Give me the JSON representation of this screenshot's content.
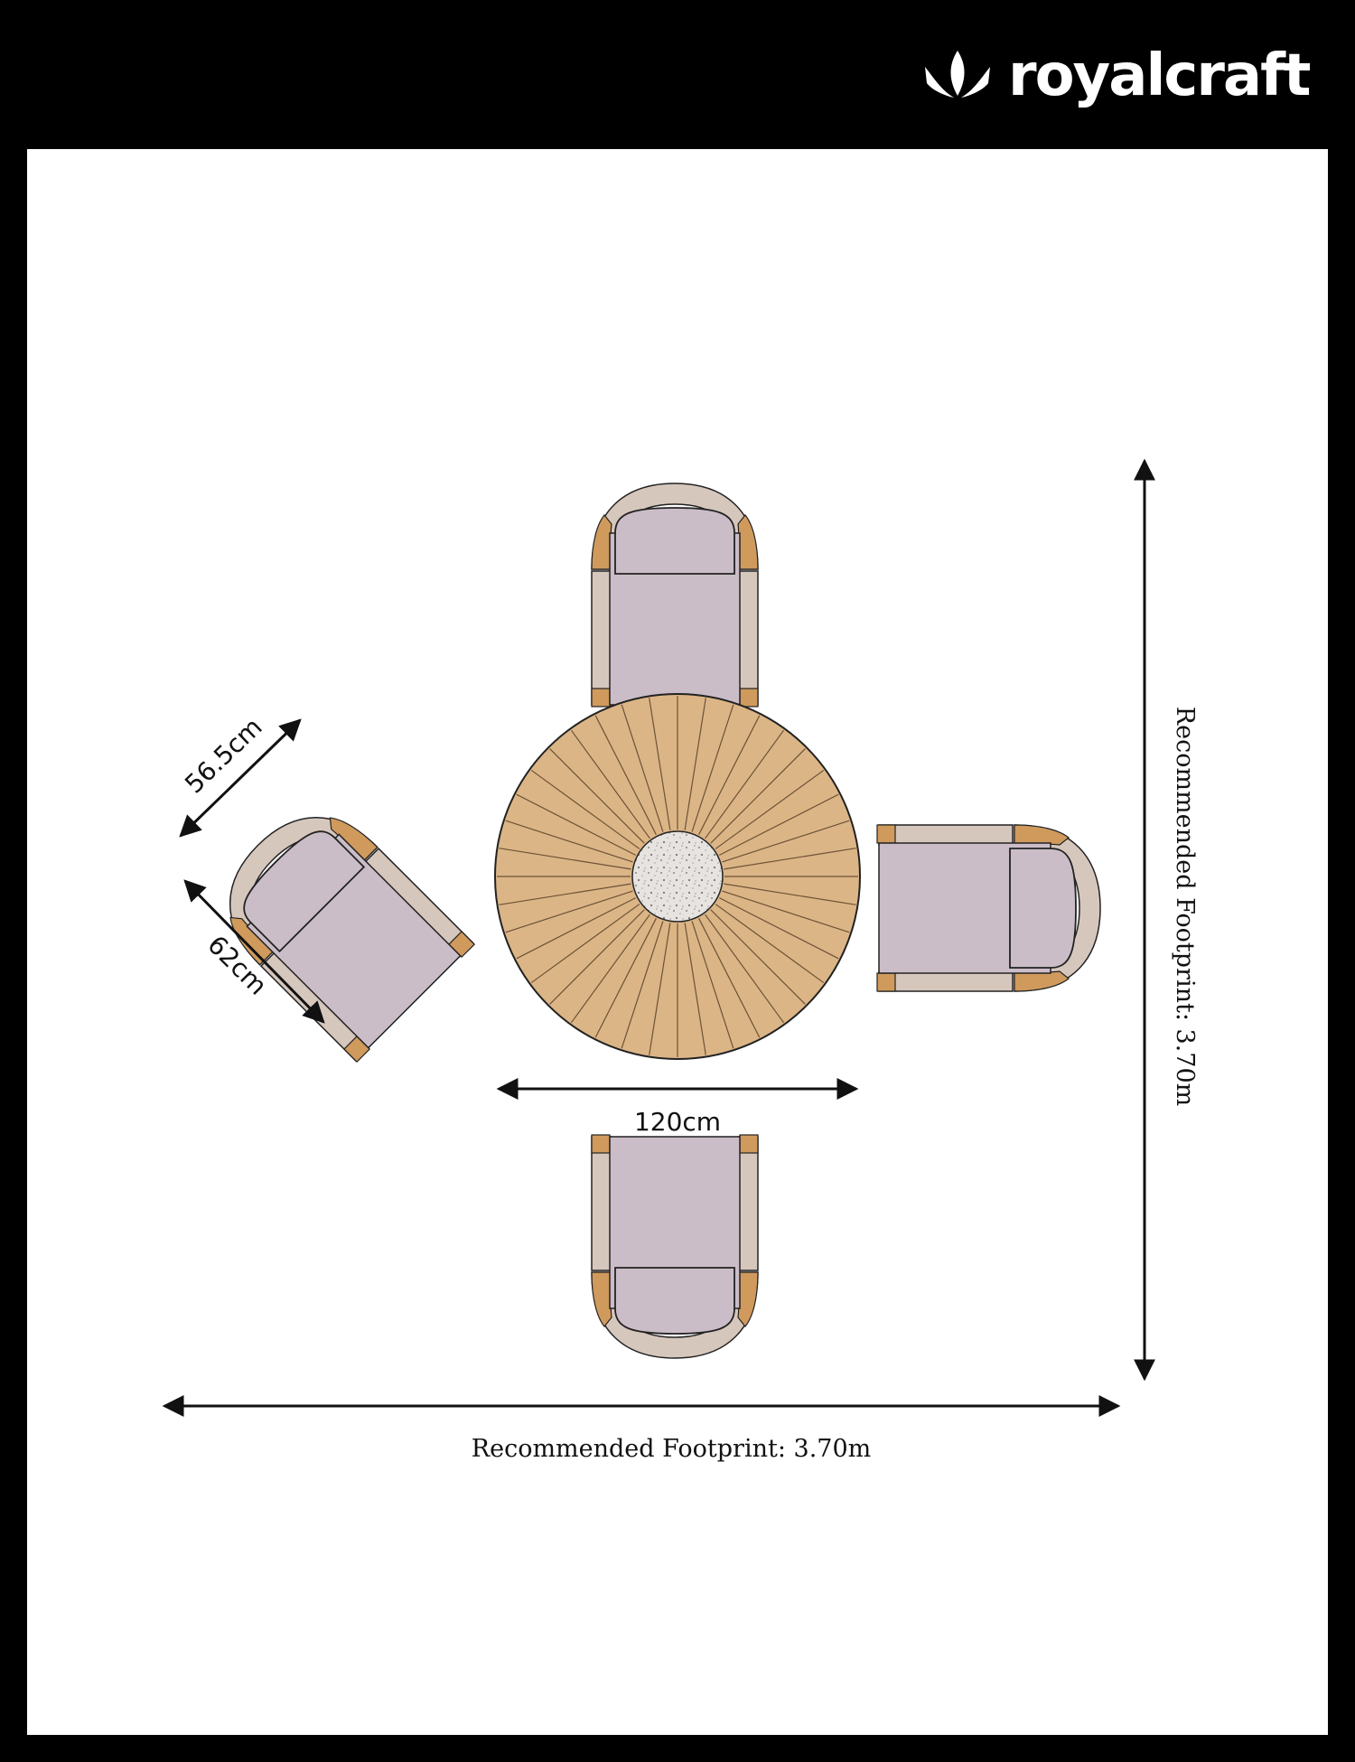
{
  "brand": {
    "name": "royalcraft",
    "logo_icon": "crown-leaf-icon",
    "color": "#ffffff"
  },
  "colors": {
    "frame": "#000000",
    "background": "#ffffff",
    "wood": "#dcb586",
    "wood_dark": "#d09a5d",
    "cushion": "#cbbdc7",
    "chair_frame": "#d6c7bd",
    "stone": "#e6e3e1",
    "ink": "#111111"
  },
  "labels": {
    "table_diameter": "120cm",
    "chair_width": "56.5cm",
    "chair_depth": "62cm",
    "footprint_width": "Recommended Footprint: 3.70m",
    "footprint_depth": "Recommended Footprint: 3.70m"
  }
}
